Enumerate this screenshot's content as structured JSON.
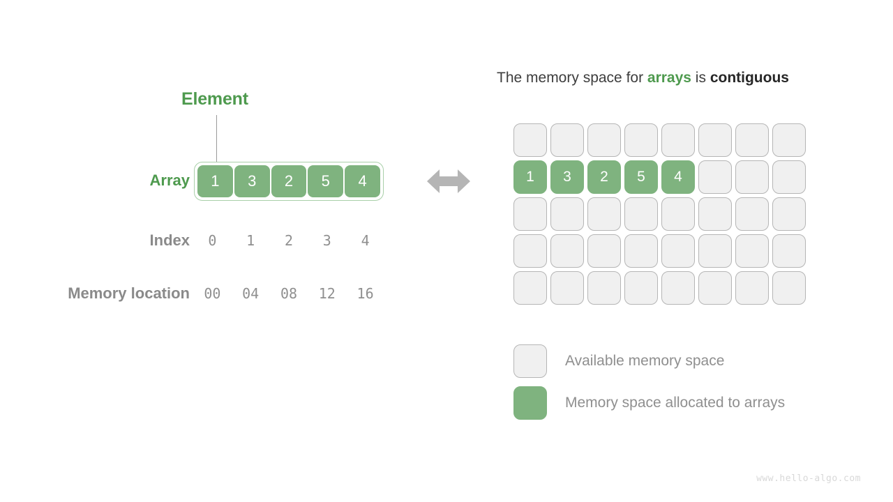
{
  "left_panel": {
    "element_label": "Element",
    "rows": [
      {
        "label": "Array",
        "name": "array"
      },
      {
        "label": "Index",
        "name": "index"
      },
      {
        "label": "Memory location",
        "name": "memory-location"
      }
    ],
    "array_values": [
      "1",
      "3",
      "2",
      "5",
      "4"
    ],
    "index_values": [
      "0",
      "1",
      "2",
      "3",
      "4"
    ],
    "memory_values": [
      "00",
      "04",
      "08",
      "12",
      "16"
    ],
    "arrow_icon": "double-arrow-icon"
  },
  "right_panel": {
    "heading": {
      "part1": "The memory space for ",
      "emphasis_green": "arrays",
      "part2": " is ",
      "emphasis_dark": "contiguous"
    },
    "grid": {
      "columns": 8,
      "rows": 5,
      "filled_row_index": 1,
      "filled_values": [
        "1",
        "3",
        "2",
        "5",
        "4"
      ]
    },
    "legend": [
      {
        "swatch": "available",
        "text": "Available memory space"
      },
      {
        "swatch": "allocated",
        "text": "Memory space allocated to arrays"
      }
    ]
  },
  "watermark": "www.hello-algo.com",
  "colors": {
    "green": "#7fb37f",
    "green_text": "#4e9a4e",
    "grey_text": "#8f8f8f",
    "cell_empty": "#f0f0f0",
    "cell_border": "#b5b5b5",
    "heading_dark": "#262626"
  }
}
